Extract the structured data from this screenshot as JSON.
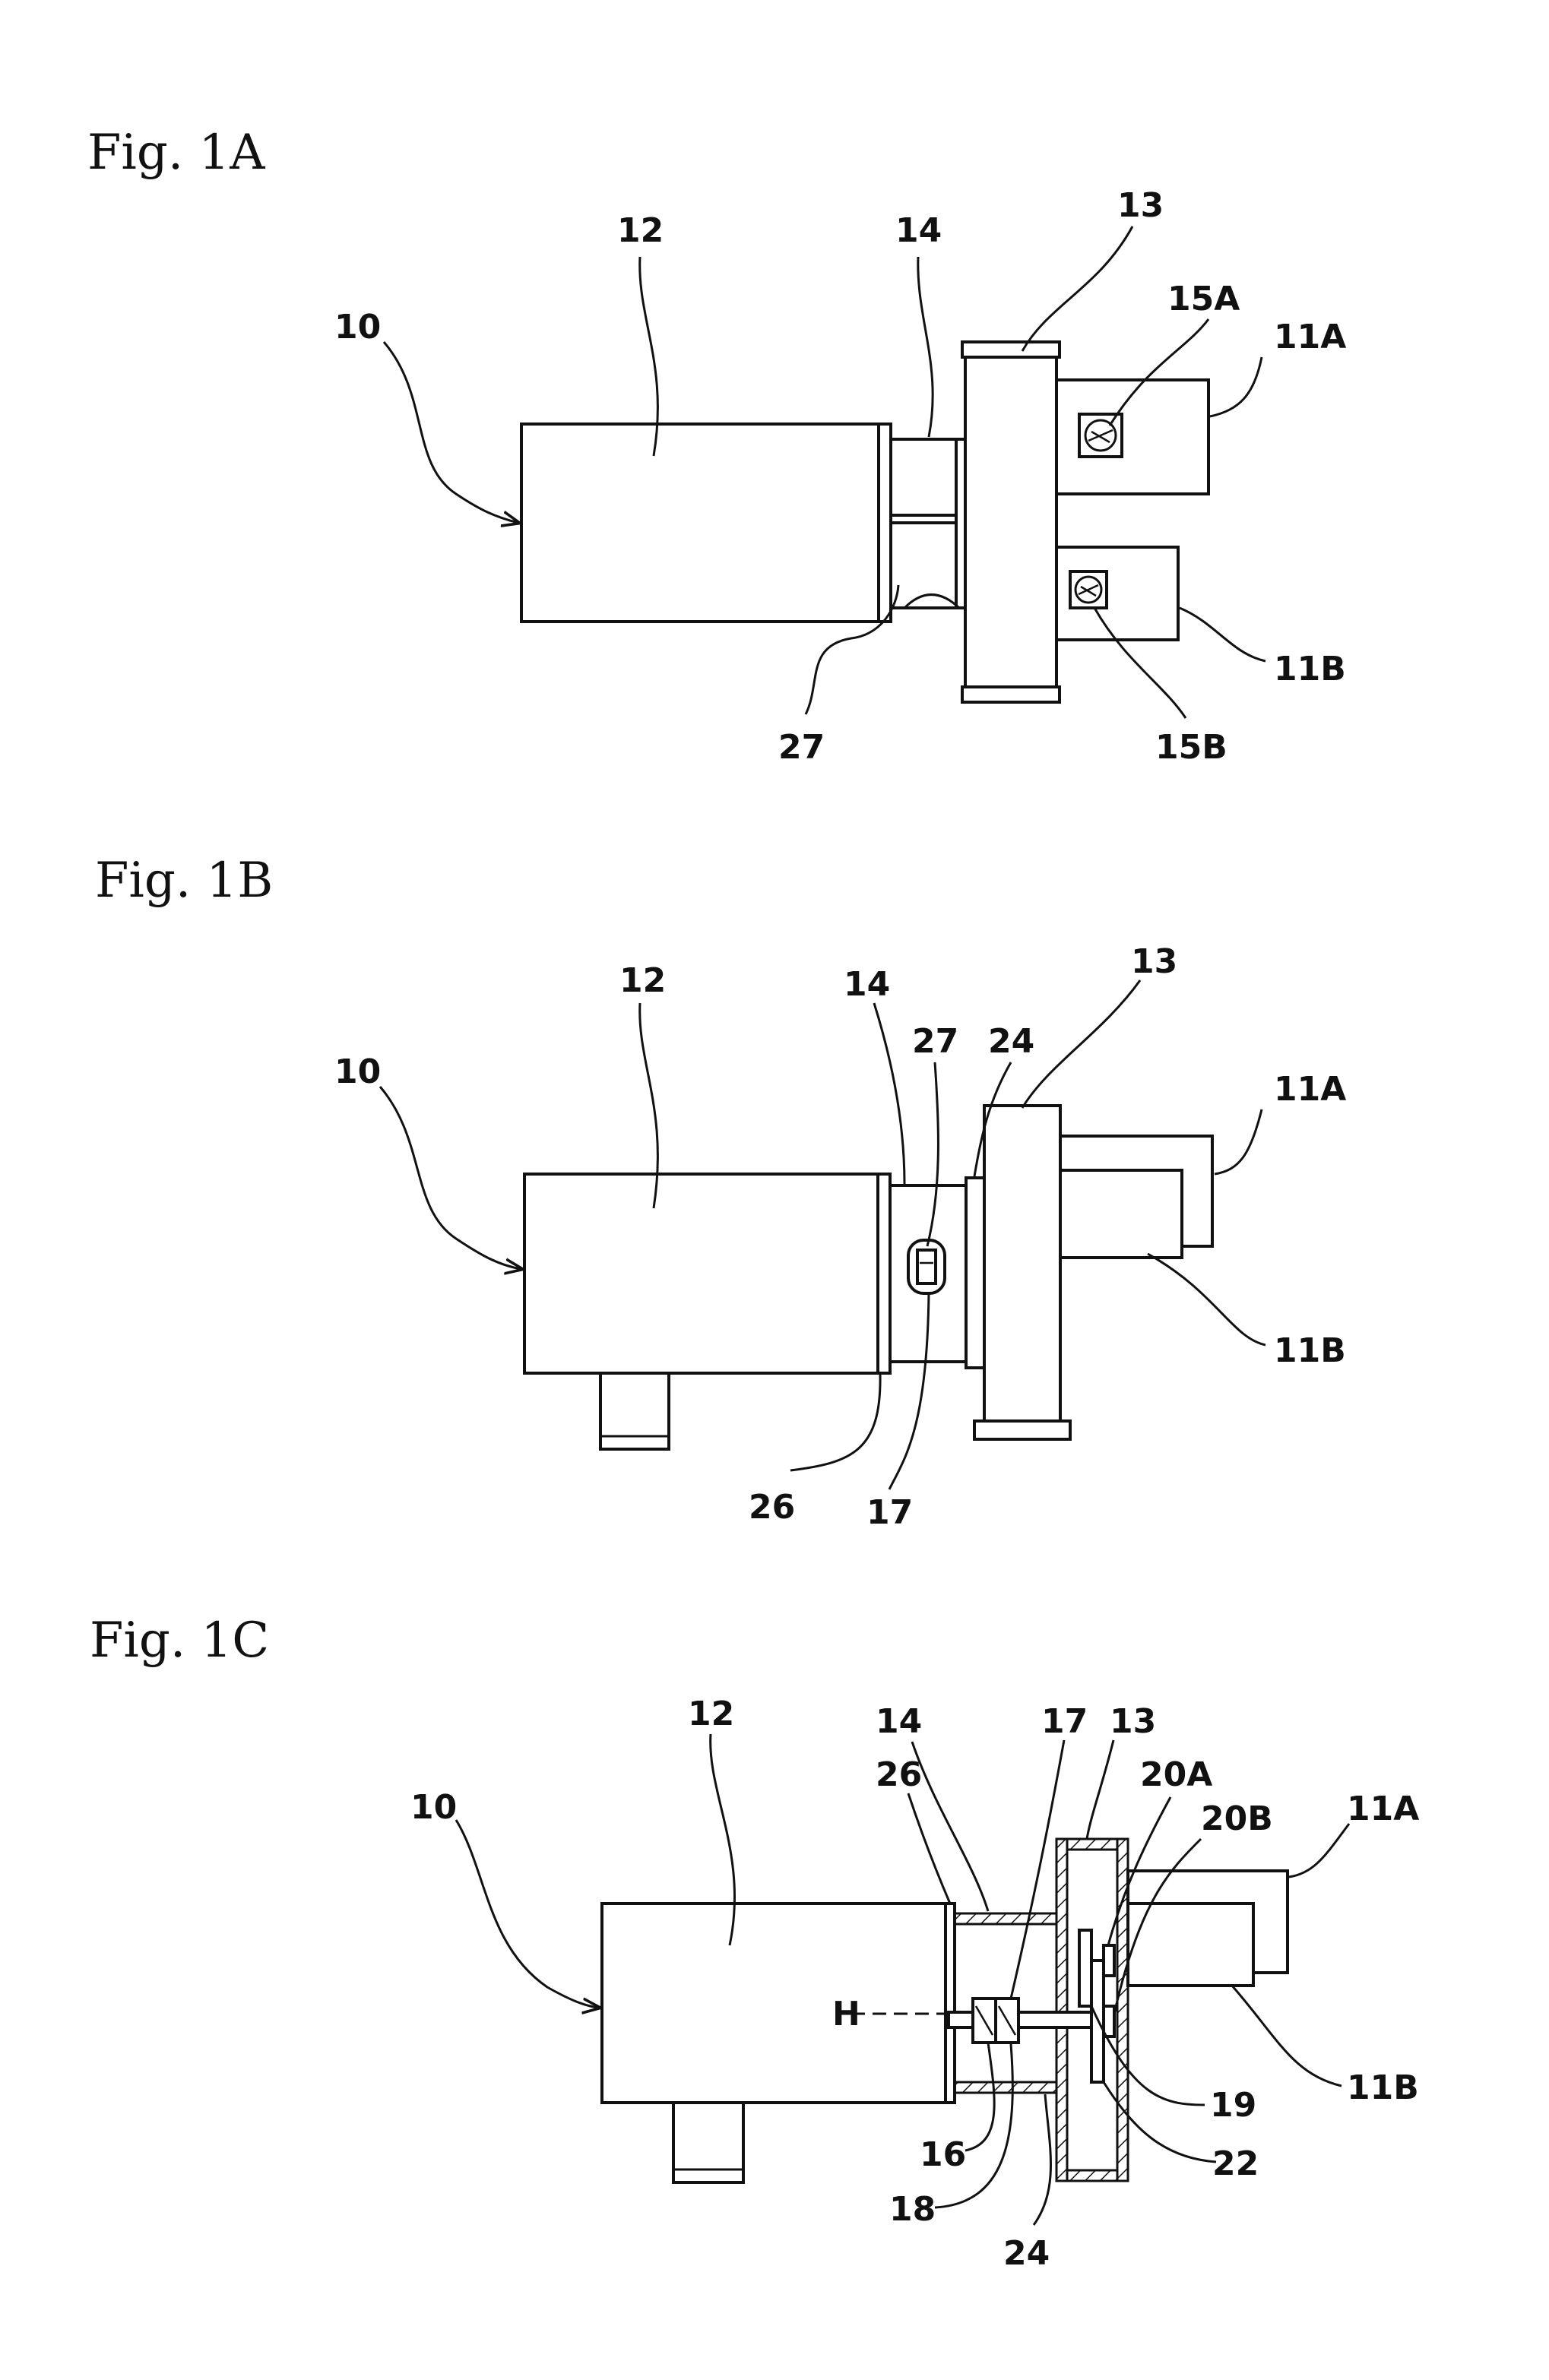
{
  "figures": [
    {
      "title": "Fig. 1A",
      "labels": {
        "l10": "10",
        "l12": "12",
        "l14": "14",
        "l13": "13",
        "l15A": "15A",
        "l11A": "11A",
        "l27": "27",
        "l15B": "15B",
        "l11B": "11B"
      }
    },
    {
      "title": "Fig. 1B",
      "labels": {
        "l10": "10",
        "l12": "12",
        "l14": "14",
        "l27": "27",
        "l24": "24",
        "l13": "13",
        "l11A": "11A",
        "l11B": "11B",
        "l26": "26",
        "l17": "17"
      }
    },
    {
      "title": "Fig. 1C",
      "labels": {
        "l10": "10",
        "l12": "12",
        "l14": "14",
        "l26": "26",
        "l17": "17",
        "l13": "13",
        "l20A": "20A",
        "l20B": "20B",
        "l11A": "11A",
        "lH": "H",
        "l11B": "11B",
        "l19": "19",
        "l16": "16",
        "l22": "22",
        "l18": "18",
        "l24": "24"
      }
    }
  ]
}
